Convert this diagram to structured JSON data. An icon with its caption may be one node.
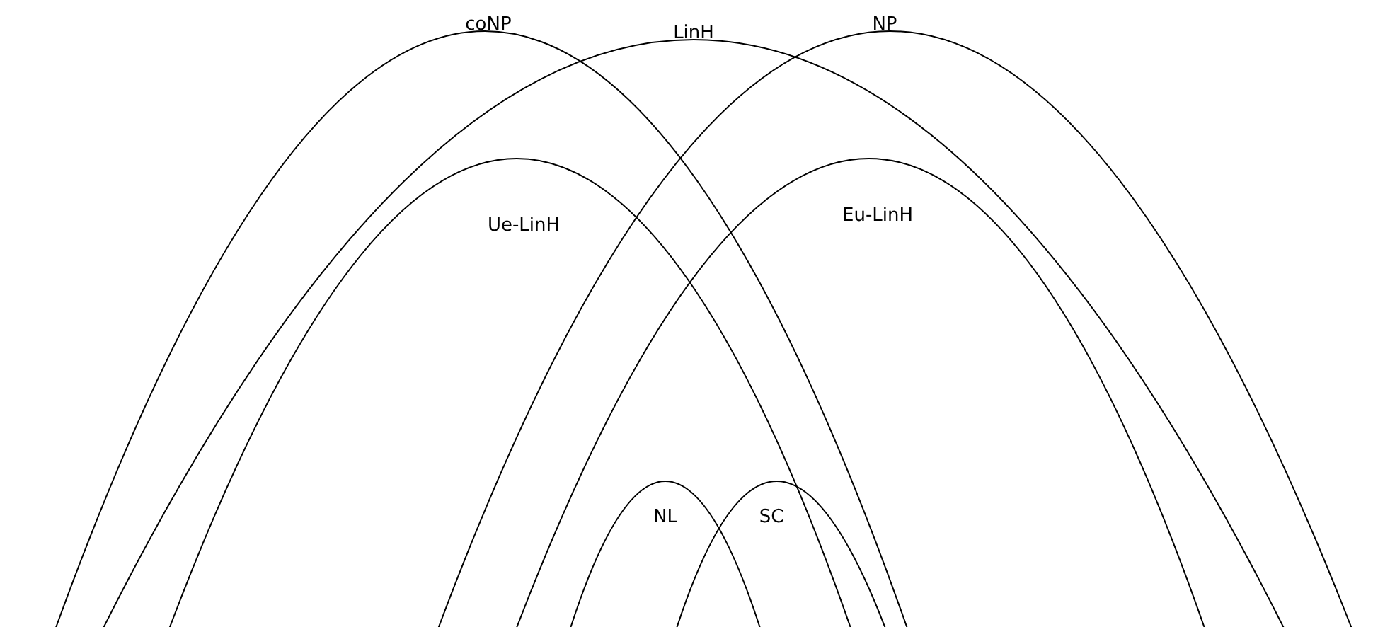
{
  "diagram": {
    "nodes": [
      {
        "text": [
          "coNP"
        ]
      },
      {
        "text": [
          "LinH"
        ]
      },
      {
        "text": [
          "NP"
        ]
      },
      {
        "text": [
          "Ue-LinH"
        ]
      },
      {
        "text": [
          "Eu-LinH"
        ]
      },
      {
        "text": [
          "NL"
        ]
      },
      {
        "text": [
          "SC"
        ]
      }
    ]
  }
}
